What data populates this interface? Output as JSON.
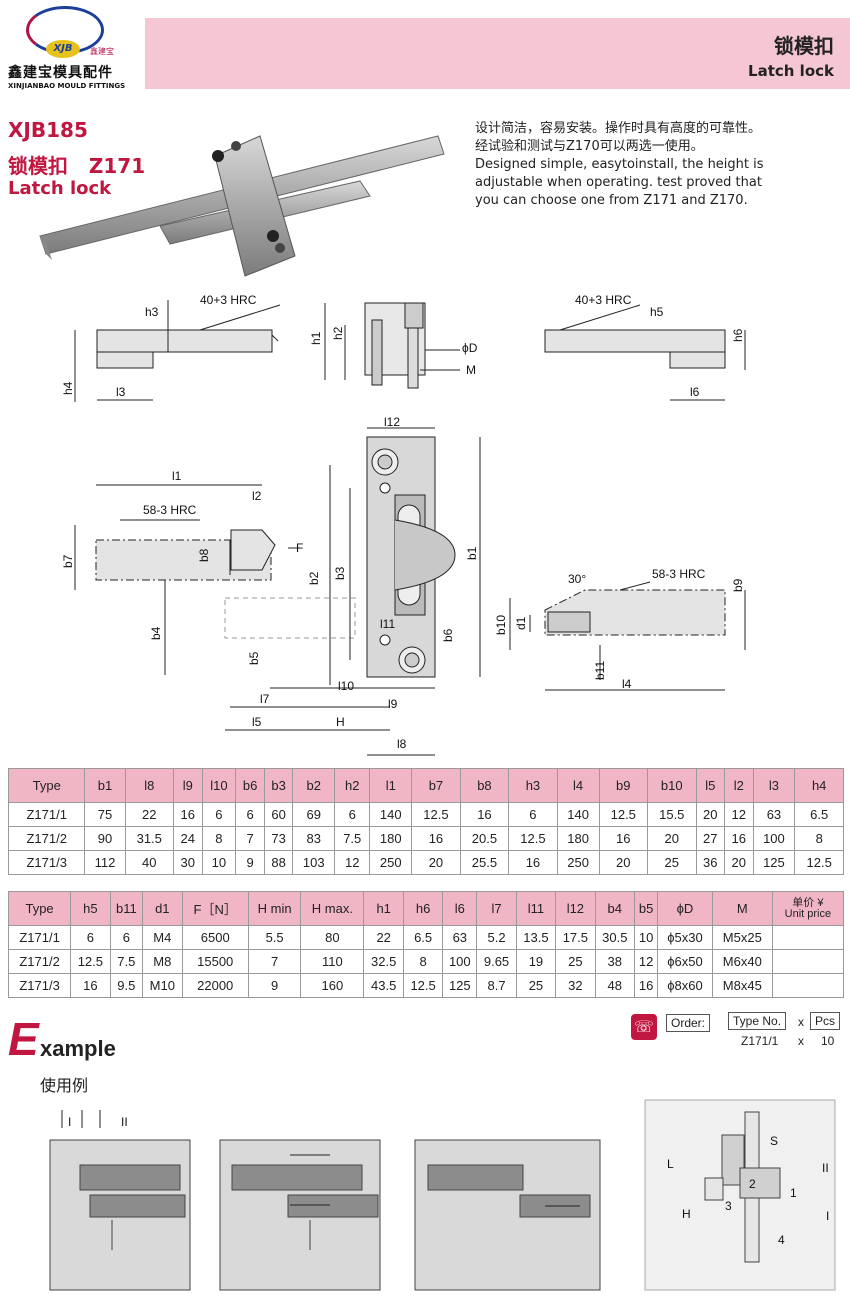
{
  "brand": {
    "badge": "XJB",
    "small_cn": "鑫建宝",
    "name_cn": "鑫建宝模具配件",
    "name_en": "XINJIANBAO MOULD FITTINGS"
  },
  "header": {
    "title_cn": "锁模扣",
    "title_en": "Latch lock"
  },
  "product": {
    "code": "XJB185",
    "name_cn": "锁模扣   Z171",
    "name_en": "Latch lock"
  },
  "description": {
    "cn_line1": "设计简洁，容易安装。操作时具有高度的可靠性。",
    "cn_line2": "经试验和测试与Z170可以两选一使用。",
    "en_line1": "Designed simple, easytoinstall, the height is",
    "en_line2": "adjustable when operating. test proved that",
    "en_line3": "you can choose one from Z171 and Z170."
  },
  "drawing_labels": {
    "h3": "h3",
    "h4": "h4",
    "l3": "l3",
    "hrc1": "40+3 HRC",
    "h1": "h1",
    "h2": "h2",
    "phiD": "ϕD",
    "M": "M",
    "hrc2": "40+3 HRC",
    "h5": "h5",
    "h6": "h6",
    "l6": "l6",
    "l12": "l12",
    "l1": "l1",
    "l2": "l2",
    "hrc3": "58-3 HRC",
    "b7": "b7",
    "b8": "b8",
    "F": "F",
    "b2": "b2",
    "b3": "b3",
    "b1": "b1",
    "b4": "b4",
    "b5": "b5",
    "l11": "l11",
    "b6": "b6",
    "l10": "l10",
    "l9": "l9",
    "l7": "l7",
    "l5": "l5",
    "H": "H",
    "l8": "l8",
    "deg30": "30°",
    "hrc4": "58-3 HRC",
    "b9": "b9",
    "b10": "b10",
    "d1": "d1",
    "b11": "b11",
    "l4": "l4"
  },
  "table1": {
    "headers": [
      "Type",
      "b1",
      "l8",
      "l9",
      "l10",
      "b6",
      "b3",
      "b2",
      "h2",
      "l1",
      "b7",
      "b8",
      "h3",
      "l4",
      "b9",
      "b10",
      "l5",
      "l2",
      "l3",
      "h4"
    ],
    "rows": [
      [
        "Z171/1",
        "75",
        "22",
        "16",
        "6",
        "6",
        "60",
        "69",
        "6",
        "140",
        "12.5",
        "16",
        "6",
        "140",
        "12.5",
        "15.5",
        "20",
        "12",
        "63",
        "6.5"
      ],
      [
        "Z171/2",
        "90",
        "31.5",
        "24",
        "8",
        "7",
        "73",
        "83",
        "7.5",
        "180",
        "16",
        "20.5",
        "12.5",
        "180",
        "16",
        "20",
        "27",
        "16",
        "100",
        "8"
      ],
      [
        "Z171/3",
        "112",
        "40",
        "30",
        "10",
        "9",
        "88",
        "103",
        "12",
        "250",
        "20",
        "25.5",
        "16",
        "250",
        "20",
        "25",
        "36",
        "20",
        "125",
        "12.5"
      ]
    ]
  },
  "table2": {
    "headers": [
      "Type",
      "h5",
      "b11",
      "d1",
      "F［N］",
      "H min",
      "H max.",
      "h1",
      "h6",
      "l6",
      "l7",
      "l11",
      "l12",
      "b4",
      "b5",
      "ϕD",
      "M",
      "单价 ¥"
    ],
    "price_en": "Unit price",
    "rows": [
      [
        "Z171/1",
        "6",
        "6",
        "M4",
        "6500",
        "5.5",
        "80",
        "22",
        "6.5",
        "63",
        "5.2",
        "13.5",
        "17.5",
        "30.5",
        "10",
        "ϕ5x30",
        "M5x25",
        ""
      ],
      [
        "Z171/2",
        "12.5",
        "7.5",
        "M8",
        "15500",
        "7",
        "110",
        "32.5",
        "8",
        "100",
        "9.65",
        "19",
        "25",
        "38",
        "12",
        "ϕ6x50",
        "M6x40",
        ""
      ],
      [
        "Z171/3",
        "16",
        "9.5",
        "M10",
        "22000",
        "9",
        "160",
        "43.5",
        "12.5",
        "125",
        "8.7",
        "25",
        "32",
        "48",
        "16",
        "ϕ8x60",
        "M8x45",
        ""
      ]
    ]
  },
  "order": {
    "label": "Order:",
    "type_label": "Type No.",
    "x": "x",
    "pcs_label": "Pcs",
    "example_type": "Z171/1",
    "example_qty": "10"
  },
  "example": {
    "title_first": "E",
    "title_rest": "xample",
    "subtitle_cn": "使用例"
  },
  "example_labels": {
    "I": "I",
    "II": "II",
    "n1": "1",
    "n2": "2",
    "n3": "3",
    "n4": "4",
    "L": "L",
    "S": "S",
    "H": "H",
    "roman_I": "I",
    "roman_II": "II"
  }
}
